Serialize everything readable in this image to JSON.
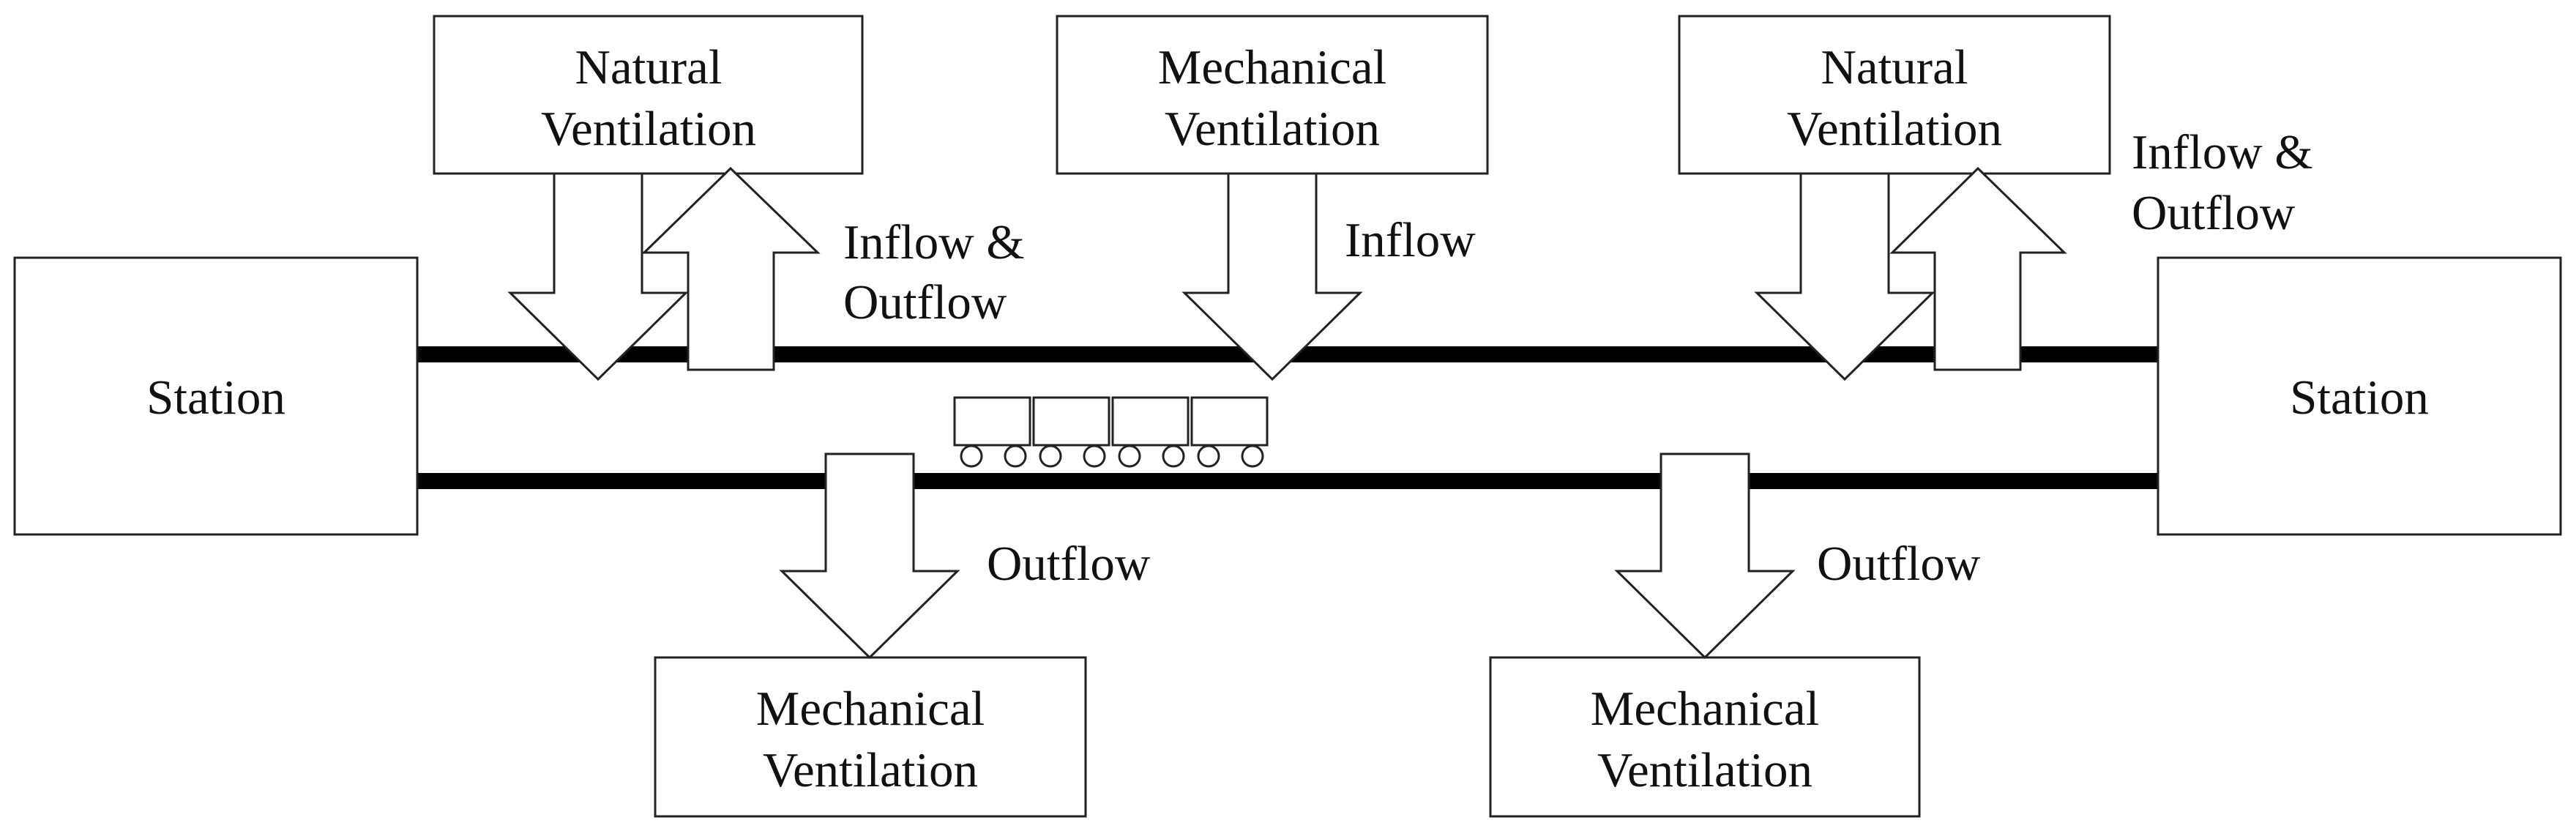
{
  "stations": {
    "left": "Station",
    "right": "Station"
  },
  "shafts": {
    "top_left": [
      "Natural",
      "Ventilation"
    ],
    "top_center": [
      "Mechanical",
      "Ventilation"
    ],
    "top_right": [
      "Natural",
      "Ventilation"
    ],
    "bottom_left": [
      "Mechanical",
      "Ventilation"
    ],
    "bottom_right": [
      "Mechanical",
      "Ventilation"
    ]
  },
  "flows": {
    "top_left": [
      "Inflow &",
      "Outflow"
    ],
    "top_center": [
      "Inflow"
    ],
    "top_right": [
      "Inflow &",
      "Outflow"
    ],
    "bottom_left": [
      "Outflow"
    ],
    "bottom_right": [
      "Outflow"
    ]
  },
  "colors": {
    "line": "#222222",
    "rail": "#000000",
    "fill": "#ffffff"
  }
}
